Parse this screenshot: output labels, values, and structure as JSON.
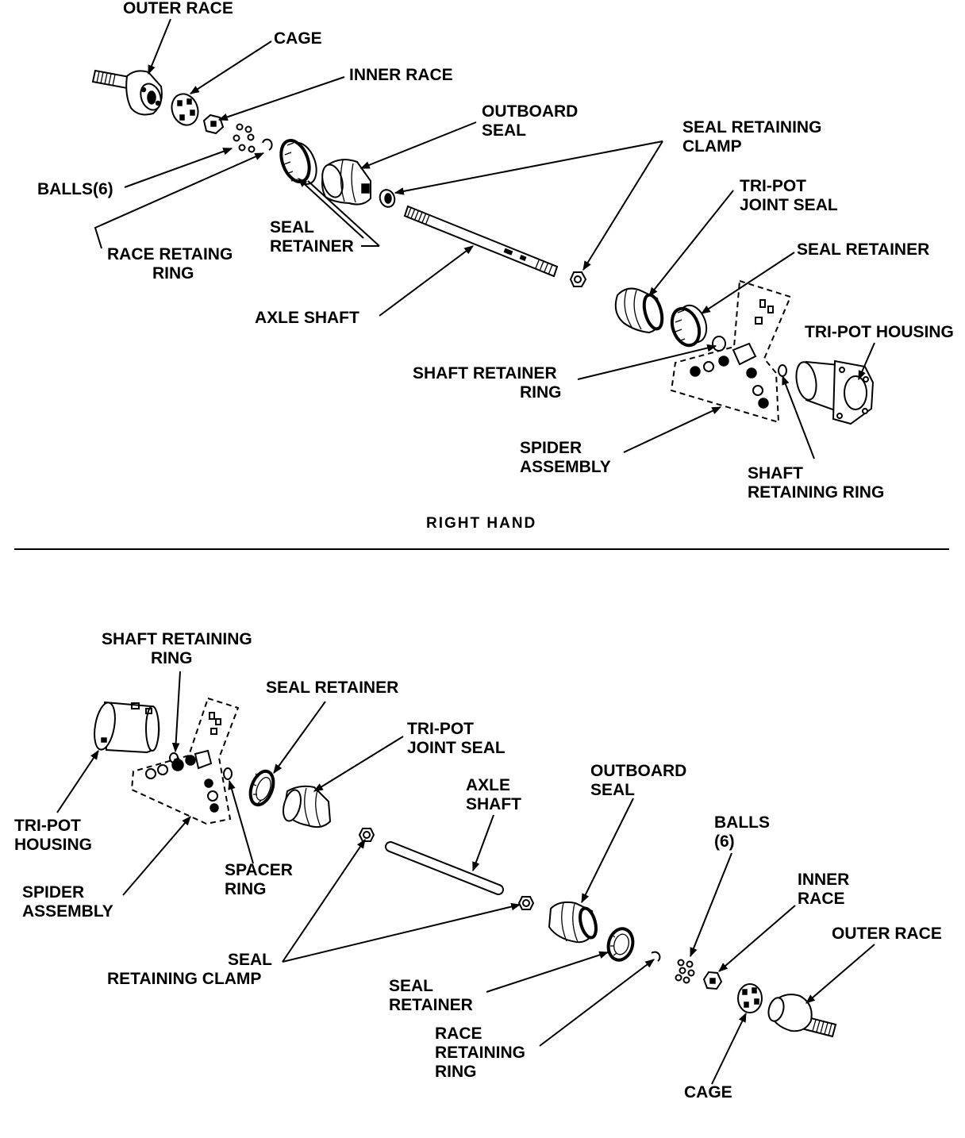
{
  "top_view": {
    "title": "RIGHT HAND",
    "labels": {
      "outer_race": "OUTER RACE",
      "cage": "CAGE",
      "inner_race": "INNER RACE",
      "outboard_seal": [
        "OUTBOARD",
        "SEAL"
      ],
      "seal_retaining_clamp": [
        "SEAL RETAINING",
        "CLAMP"
      ],
      "tri_pot_joint_seal": [
        "TRI-POT",
        "JOINT SEAL"
      ],
      "balls": "BALLS(6)",
      "seal_retainer_left": [
        "SEAL",
        "RETAINER"
      ],
      "race_retaining_ring": [
        "RACE RETAING",
        "RING"
      ],
      "seal_retainer_right": "SEAL RETAINER",
      "axle_shaft": "AXLE SHAFT",
      "tri_pot_housing": "TRI-POT HOUSING",
      "shaft_retainer_ring": [
        "SHAFT RETAINER",
        "RING"
      ],
      "spider_assembly": [
        "SPIDER",
        "ASSEMBLY"
      ],
      "shaft_retaining_ring": [
        "SHAFT",
        "RETAINING RING"
      ]
    }
  },
  "bottom_view": {
    "labels": {
      "shaft_retaining_ring": [
        "SHAFT RETAINING",
        "RING"
      ],
      "seal_retainer_inner": "SEAL RETAINER",
      "tri_pot_joint_seal": [
        "TRI-POT",
        "JOINT SEAL"
      ],
      "outboard_seal": [
        "OUTBOARD",
        "SEAL"
      ],
      "axle_shaft": [
        "AXLE",
        "SHAFT"
      ],
      "balls": [
        "BALLS",
        "(6)"
      ],
      "tri_pot_housing": [
        "TRI-POT",
        "HOUSING"
      ],
      "spacer_ring": [
        "SPACER",
        "RING"
      ],
      "inner_race": [
        "INNER",
        "RACE"
      ],
      "spider_assembly": [
        "SPIDER",
        "ASSEMBLY"
      ],
      "outer_race": "OUTER RACE",
      "seal_retaining_clamp": [
        "SEAL",
        "RETAINING CLAMP"
      ],
      "seal_retainer_outer": [
        "SEAL",
        "RETAINER"
      ],
      "race_retaining_ring": [
        "RACE",
        "RETAINING",
        "RING"
      ],
      "cage": "CAGE"
    }
  }
}
